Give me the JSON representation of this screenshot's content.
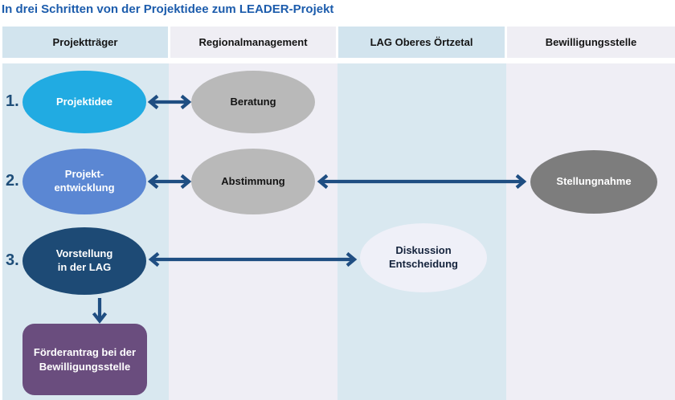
{
  "title": "In drei Schritten von der Projektidee zum LEADER-Projekt",
  "columns": [
    {
      "label": "Projektträger"
    },
    {
      "label": "Regionalmanagement"
    },
    {
      "label": "LAG Oberes Örtzetal"
    },
    {
      "label": "Bewilligungsstelle"
    }
  ],
  "steps": {
    "s1": "1.",
    "s2": "2.",
    "s3": "3."
  },
  "nodes": {
    "projektidee": {
      "label": "Projektidee",
      "column": "Projektträger",
      "step": "1."
    },
    "beratung": {
      "label": "Beratung",
      "column": "Regionalmanagement",
      "step": "1."
    },
    "projektentwicklung": {
      "line1": "Projekt-",
      "line2": "entwicklung",
      "column": "Projektträger",
      "step": "2."
    },
    "abstimmung": {
      "label": "Abstimmung",
      "column": "Regionalmanagement",
      "step": "2."
    },
    "stellungnahme": {
      "label": "Stellungnahme",
      "column": "Bewilligungsstelle",
      "step": "2."
    },
    "vorstellung": {
      "line1": "Vorstellung",
      "line2": "in der LAG",
      "column": "Projektträger",
      "step": "3."
    },
    "diskussion": {
      "line1": "Diskussion",
      "line2": "Entscheidung",
      "column": "LAG Oberes Örtzetal",
      "step": "3."
    },
    "foerderantrag": {
      "line1": "Förderantrag bei der",
      "line2": "Bewilligungsstelle",
      "column": "Projektträger"
    }
  },
  "connections": [
    {
      "from": "Projektidee",
      "to": "Beratung",
      "type": "bidirectional"
    },
    {
      "from": "Projekt-entwicklung",
      "to": "Abstimmung",
      "type": "bidirectional"
    },
    {
      "from": "Abstimmung",
      "to": "Stellungnahme",
      "type": "bidirectional"
    },
    {
      "from": "Vorstellung in der LAG",
      "to": "Diskussion Entscheidung",
      "type": "bidirectional"
    },
    {
      "from": "Vorstellung in der LAG",
      "to": "Förderantrag bei der Bewilligungsstelle",
      "type": "down"
    }
  ],
  "colors": {
    "title_text": "#1c5cac",
    "header_blue": "#d2e4ee",
    "header_gray": "#efeef4",
    "column_blue": "#d9e8f0",
    "column_gray": "#efeef5",
    "node_cyan": "#21abe2",
    "node_blue": "#5b87d3",
    "node_navy": "#1d4a75",
    "node_gray": "#b9b9b9",
    "node_darkgray": "#7d7d7d",
    "node_light": "#eff0f8",
    "box_purple": "#6a4d7e",
    "arrow": "#1f4e82"
  }
}
